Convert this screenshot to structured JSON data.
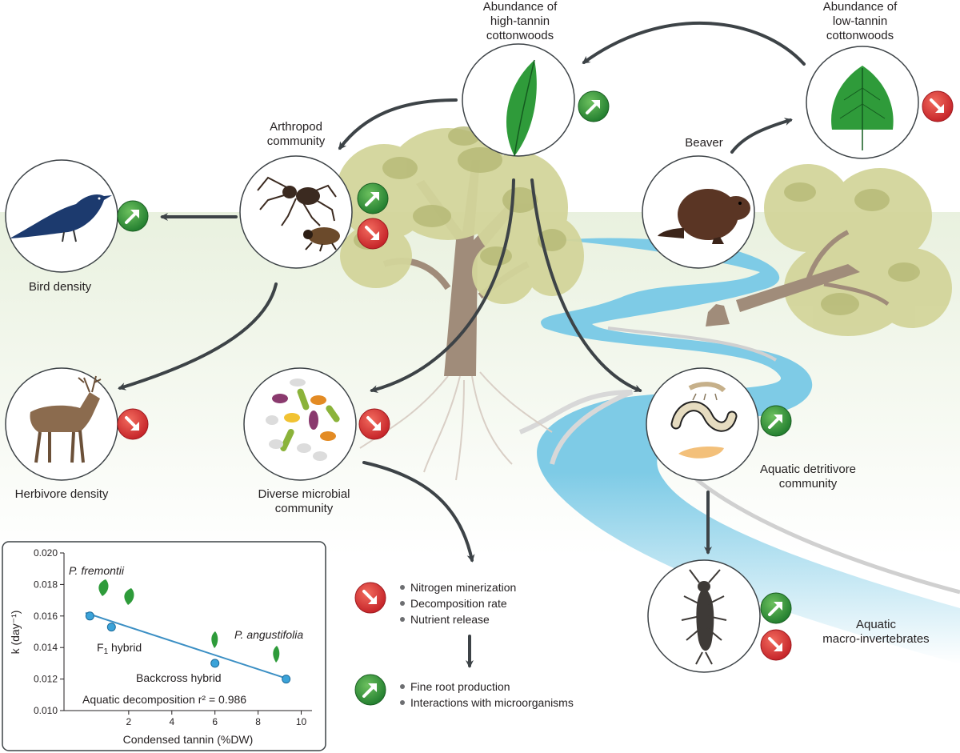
{
  "colors": {
    "increase": "#2e9b3a",
    "decrease": "#e03a35",
    "river": "#7ecbe6",
    "arrow": "#3d4347",
    "canopy": "#c9cc8a",
    "trunk": "#a08c7a"
  },
  "nodes": {
    "high_tannin": {
      "label": "Abundance of\nhigh-tannin\ncottonwoods",
      "effect": "increase"
    },
    "low_tannin": {
      "label": "Abundance of\nlow-tannin\ncottonwoods",
      "effect": "decrease"
    },
    "arthropod": {
      "label": "Arthropod\ncommunity",
      "effect": [
        "increase",
        "decrease"
      ]
    },
    "beaver": {
      "label": "Beaver"
    },
    "bird": {
      "label": "Bird density",
      "effect": "increase"
    },
    "herbivore": {
      "label": "Herbivore density",
      "effect": "decrease"
    },
    "microbial": {
      "label": "Diverse microbial\ncommunity",
      "effect": "decrease"
    },
    "detritivore": {
      "label": "Aquatic detritivore\ncommunity",
      "effect": "increase"
    },
    "macro": {
      "label": "Aquatic\nmacro-invertebrates",
      "effect": [
        "increase",
        "decrease"
      ]
    }
  },
  "effects_decrease": {
    "effect": "decrease",
    "items": [
      "Nitrogen minerization",
      "Decomposition rate",
      "Nutrient release"
    ]
  },
  "effects_increase": {
    "effect": "increase",
    "items": [
      "Fine root production",
      "Interactions with microorganisms"
    ]
  },
  "chart_data": {
    "type": "scatter",
    "xlabel": "Condensed tannin (%DW)",
    "ylabel": "k (day⁻¹)",
    "xlim": [
      -1,
      10.5
    ],
    "ylim": [
      0.01,
      0.02
    ],
    "xticks": [
      2,
      4,
      6,
      8,
      10
    ],
    "yticks": [
      0.01,
      0.012,
      0.014,
      0.016,
      0.018,
      0.02
    ],
    "ytick_labels": [
      "0.010",
      "0.012",
      "0.014",
      "0.016",
      "0.018",
      "0.020"
    ],
    "points": [
      {
        "label": "P. fremontii",
        "x": 0.2,
        "y": 0.016
      },
      {
        "label": "F₁ hybrid",
        "x": 1.2,
        "y": 0.0153
      },
      {
        "label": "Backcross hybrid",
        "x": 6.0,
        "y": 0.013
      },
      {
        "label": "P. angustifolia",
        "x": 9.3,
        "y": 0.012
      }
    ],
    "fit": {
      "x": [
        0,
        9.4
      ],
      "y": [
        0.0162,
        0.012
      ]
    },
    "annotation": "Aquatic decomposition r² = 0.986",
    "grid": false
  }
}
